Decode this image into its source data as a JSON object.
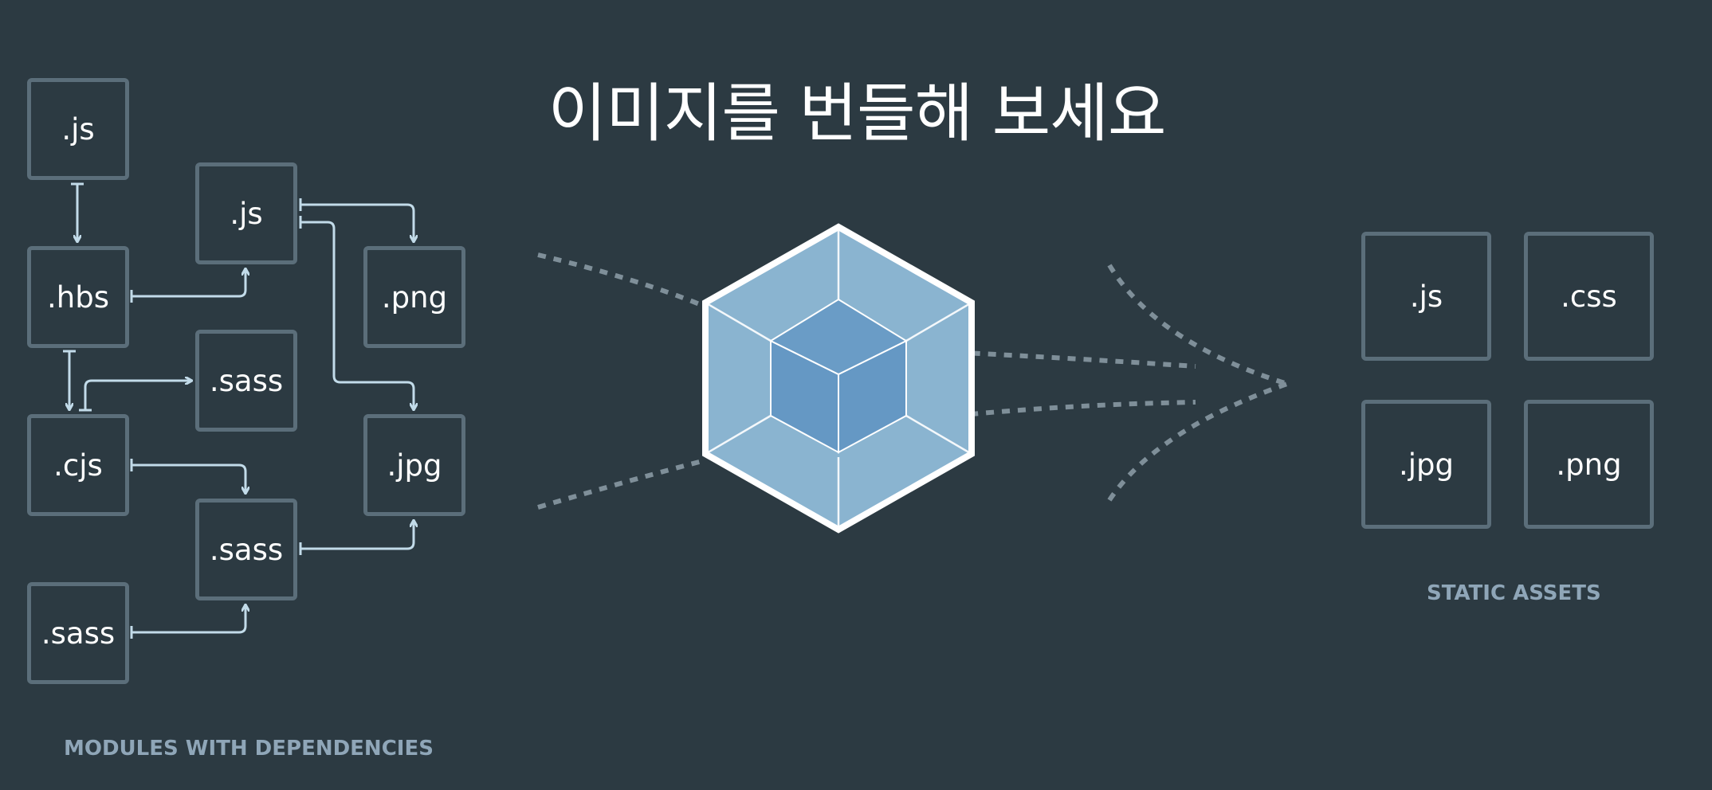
{
  "title": "이미지를 번들해 보세요",
  "modules": [
    {
      "id": "m-js-1",
      "label": ".js"
    },
    {
      "id": "m-hbs",
      "label": ".hbs"
    },
    {
      "id": "m-cjs",
      "label": ".cjs"
    },
    {
      "id": "m-sass-1",
      "label": ".sass"
    },
    {
      "id": "m-js-2",
      "label": ".js"
    },
    {
      "id": "m-sass-2",
      "label": ".sass"
    },
    {
      "id": "m-sass-3",
      "label": ".sass"
    },
    {
      "id": "m-png",
      "label": ".png"
    },
    {
      "id": "m-jpg",
      "label": ".jpg"
    }
  ],
  "modules_caption": "MODULES WITH DEPENDENCIES",
  "assets": [
    {
      "label": ".js"
    },
    {
      "label": ".css"
    },
    {
      "label": ".jpg"
    },
    {
      "label": ".png"
    }
  ],
  "assets_caption": "STATIC ASSETS",
  "colors": {
    "background": "#2c3a42",
    "box_border": "#5b6e7a",
    "arrow": "#c2dbe9",
    "caption": "#8fa6b8",
    "cube_outer": "#8ab4d0",
    "cube_inner": "#6a9cc6",
    "dots": "#7f8f99"
  },
  "icons": [
    "webpack-cube-icon"
  ]
}
